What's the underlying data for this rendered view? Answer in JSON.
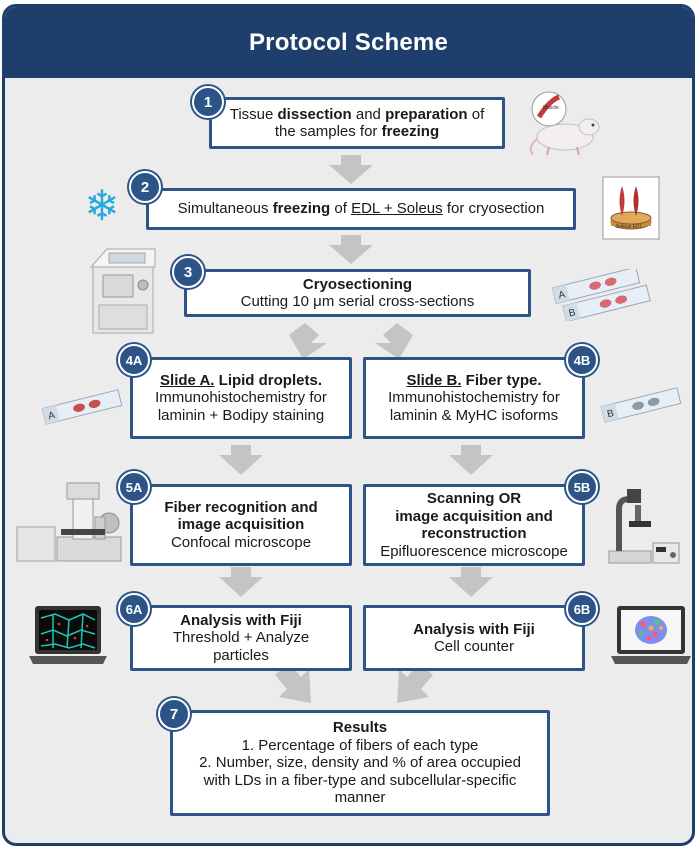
{
  "title": "Protocol Scheme",
  "steps": {
    "s1": {
      "badge": "1",
      "pre": "Tissue ",
      "b1": "dissection",
      "mid1": " and ",
      "b2": "preparation",
      "mid2": " of the samples for ",
      "b3": "freezing"
    },
    "s2": {
      "badge": "2",
      "pre": "Simultaneous ",
      "b1": "freezing",
      "mid": " of ",
      "u1": "EDL + Soleus",
      "post": " for cryosection"
    },
    "s3": {
      "badge": "3",
      "title": "Cryosectioning",
      "line": "Cutting 10 μm serial cross-sections"
    },
    "s4a": {
      "badge": "4A",
      "u": "Slide A.",
      "b": " Lipid droplets.",
      "line1": "Immunohistochemistry for",
      "line2": "laminin + Bodipy staining"
    },
    "s4b": {
      "badge": "4B",
      "u": "Slide B.",
      "b": " Fiber type.",
      "line1": "Immunohistochemistry for",
      "line2": "laminin & MyHC isoforms"
    },
    "s5a": {
      "badge": "5A",
      "t1": "Fiber recognition and",
      "t2": "image acquisition",
      "line": "Confocal microscope"
    },
    "s5b": {
      "badge": "5B",
      "t1": "Scanning OR",
      "t2": "image acquisition and",
      "t3": "reconstruction",
      "line": "Epifluorescence microscope"
    },
    "s6a": {
      "badge": "6A",
      "title": "Analysis with Fiji",
      "line1": "Threshold + Analyze",
      "line2": "particles"
    },
    "s6b": {
      "badge": "6B",
      "title": "Analysis with Fiji",
      "line1": "Cell counter"
    },
    "s7": {
      "badge": "7",
      "title": "Results",
      "line1": "1. Percentage of fibers of each type",
      "line2": "2. Number, size, density and % of area occupied",
      "line3": "with LDs in a fiber-type and subcellular-specific",
      "line4": "manner"
    }
  },
  "illustrations": {
    "mouse_label": "Muscle",
    "dish_label": "Soleus EDL",
    "slide_a": "A",
    "slide_b": "B"
  },
  "colors": {
    "primary": "#1e3f6b",
    "accent": "#2c5486",
    "background": "#ececec",
    "arrow": "#c4c4c4"
  }
}
